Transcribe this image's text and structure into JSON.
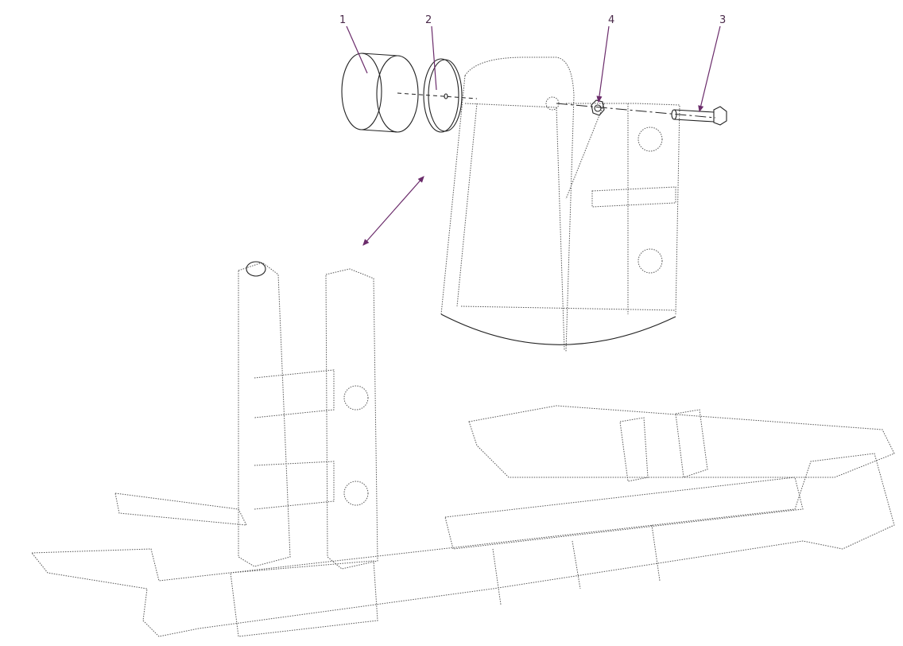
{
  "diagram": {
    "callouts": [
      {
        "id": "1",
        "label": "1"
      },
      {
        "id": "2",
        "label": "2"
      },
      {
        "id": "4",
        "label": "4"
      },
      {
        "id": "3",
        "label": "3"
      }
    ],
    "colors": {
      "leader": "#6b2c6b",
      "line": "#222222"
    }
  }
}
